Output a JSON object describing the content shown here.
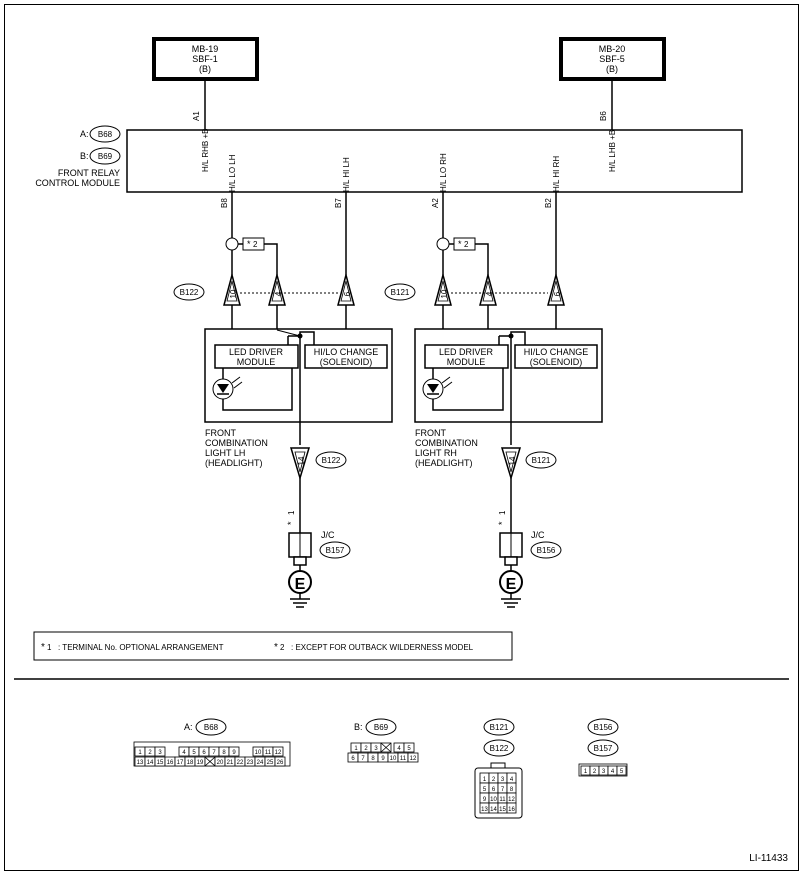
{
  "fuses": {
    "left": {
      "line1": "MB-19",
      "line2": "SBF-1",
      "line3": "(B)"
    },
    "right": {
      "line1": "MB-20",
      "line2": "SBF-5",
      "line3": "(B)"
    }
  },
  "module": {
    "connector_a_prefix": "A:",
    "connector_a": "B68",
    "connector_b_prefix": "B:",
    "connector_b": "B69",
    "name_line1": "FRONT RELAY",
    "name_line2": "CONTROL MODULE",
    "pins": {
      "a1": "A1",
      "b6": "B6",
      "b8": "B8",
      "b7": "B7",
      "a2": "A2",
      "b2": "B2"
    },
    "signals": {
      "hl_rhb": "H/L RHB +B",
      "hl_lhb": "H/L LHB +B",
      "hl_lo_lh": "H/L LO LH",
      "hl_hi_lh": "H/L HI LH",
      "hl_lo_rh": "H/L LO RH",
      "hl_hi_rh": "H/L HI RH"
    }
  },
  "left_side": {
    "connector": "B122",
    "star_note": "2",
    "pin10": "10",
    "pin4": "4",
    "pin6": "6",
    "pin14": "14",
    "led_driver_line1": "LED DRIVER",
    "led_driver_line2": "MODULE",
    "hilo_line1": "HI/LO CHANGE",
    "hilo_line2": "(SOLENOID)",
    "light_line1": "FRONT",
    "light_line2": "COMBINATION",
    "light_line3": "LIGHT LH",
    "light_line4": "(HEADLIGHT)",
    "star1": "1",
    "jc": "J/C",
    "jc_connector": "B157",
    "ground": "E"
  },
  "right_side": {
    "connector": "B121",
    "star_note": "2",
    "pin10": "10",
    "pin4": "4",
    "pin6": "6",
    "pin14": "14",
    "led_driver_line1": "LED DRIVER",
    "led_driver_line2": "MODULE",
    "hilo_line1": "HI/LO CHANGE",
    "hilo_line2": "(SOLENOID)",
    "light_line1": "FRONT",
    "light_line2": "COMBINATION",
    "light_line3": "LIGHT RH",
    "light_line4": "(HEADLIGHT)",
    "star1": "1",
    "jc": "J/C",
    "jc_connector": "B156",
    "ground": "E"
  },
  "notes": {
    "star1_label": "1",
    "star1_text": ": TERMINAL No. OPTIONAL ARRANGEMENT",
    "star2_label": "2",
    "star2_text": ": EXCEPT FOR OUTBACK WILDERNESS MODEL"
  },
  "connectors": {
    "b68_prefix": "A:",
    "b68": "B68",
    "b68_row1": [
      "1",
      "2",
      "3",
      "",
      "4",
      "5",
      "6",
      "7",
      "8",
      "9",
      "",
      "10",
      "11",
      "12"
    ],
    "b68_row2": [
      "13",
      "14",
      "15",
      "16",
      "17",
      "18",
      "19",
      "X",
      "20",
      "21",
      "22",
      "23",
      "24",
      "25",
      "26"
    ],
    "b69_prefix": "B:",
    "b69": "B69",
    "b69_row1": [
      "1",
      "2",
      "3",
      "X",
      "4",
      "5"
    ],
    "b69_row2": [
      "6",
      "7",
      "8",
      "9",
      "10",
      "11",
      "12"
    ],
    "b121": "B121",
    "b122": "B122",
    "b121_grid": [
      "1",
      "2",
      "3",
      "4",
      "5",
      "6",
      "7",
      "8",
      "9",
      "10",
      "11",
      "12",
      "13",
      "14",
      "15",
      "16"
    ],
    "b156": "B156",
    "b157": "B157",
    "b156_row": [
      "1",
      "2",
      "3",
      "4",
      "5"
    ]
  },
  "figure_id": "LI-11433"
}
